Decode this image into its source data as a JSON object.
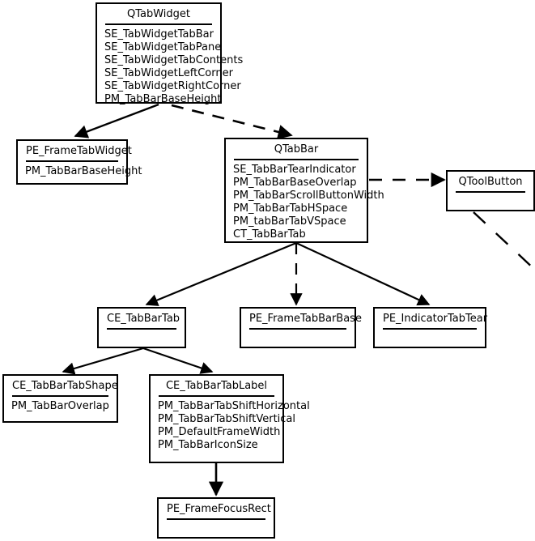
{
  "diagram": {
    "title": "Qt style element hierarchy for QTabWidget / QTabBar",
    "background_color": "#ffffff",
    "line_color": "#000000",
    "text_color": "#000000"
  },
  "nodes": {
    "qtabwidget": {
      "title": "QTabWidget",
      "items": [
        "SE_TabWidgetTabBar",
        "SE_TabWidgetTabPane",
        "SE_TabWidgetTabContents",
        "SE_TabWidgetLeftCorner",
        "SE_TabWidgetRightCorner",
        "PM_TabBarBaseHeight"
      ]
    },
    "pe_frametabwidget": {
      "title": "PE_FrameTabWidget",
      "items": [
        "PM_TabBarBaseHeight"
      ]
    },
    "qtabbar": {
      "title": "QTabBar",
      "items": [
        "SE_TabBarTearIndicator",
        "PM_TabBarBaseOverlap",
        "PM_TabBarScrollButtonWidth",
        "PM_TabBarTabHSpace",
        "PM_tabBarTabVSpace",
        "CT_TabBarTab"
      ]
    },
    "qtoolbutton": {
      "title": "QToolButton",
      "items": []
    },
    "ce_tabbartab": {
      "title": "CE_TabBarTab",
      "items": []
    },
    "pe_frametabbarbase": {
      "title": "PE_FrameTabBarBase",
      "items": []
    },
    "pe_indicatortabtear": {
      "title": "PE_IndicatorTabTear",
      "items": []
    },
    "ce_tabbartabshape": {
      "title": "CE_TabBarTabShape",
      "items": [
        "PM_TabBarOverlap"
      ]
    },
    "ce_tabbartablabel": {
      "title": "CE_TabBarTabLabel",
      "items": [
        "PM_TabBarTabShiftHorizontal",
        "PM_TabBarTabShiftVertical",
        "PM_DefaultFrameWidth",
        "PM_TabBarIconSize"
      ]
    },
    "pe_framefocusrect": {
      "title": "PE_FrameFocusRect",
      "items": []
    }
  },
  "edges": [
    {
      "from": "qtabwidget",
      "to": "pe_frametabwidget",
      "style": "solid"
    },
    {
      "from": "qtabwidget",
      "to": "qtabbar",
      "style": "dashed"
    },
    {
      "from": "qtabbar",
      "to": "qtoolbutton",
      "style": "dashed"
    },
    {
      "from": "qtabbar",
      "to": "ce_tabbartab",
      "style": "solid"
    },
    {
      "from": "qtabbar",
      "to": "pe_frametabbarbase",
      "style": "dashed"
    },
    {
      "from": "qtabbar",
      "to": "pe_indicatortabtear",
      "style": "solid"
    },
    {
      "from": "ce_tabbartab",
      "to": "ce_tabbartabshape",
      "style": "solid"
    },
    {
      "from": "ce_tabbartab",
      "to": "ce_tabbartablabel",
      "style": "solid"
    },
    {
      "from": "ce_tabbartablabel",
      "to": "pe_framefocusrect",
      "style": "solid"
    },
    {
      "from": "qtoolbutton",
      "to": "offscreen",
      "style": "dashed"
    }
  ]
}
